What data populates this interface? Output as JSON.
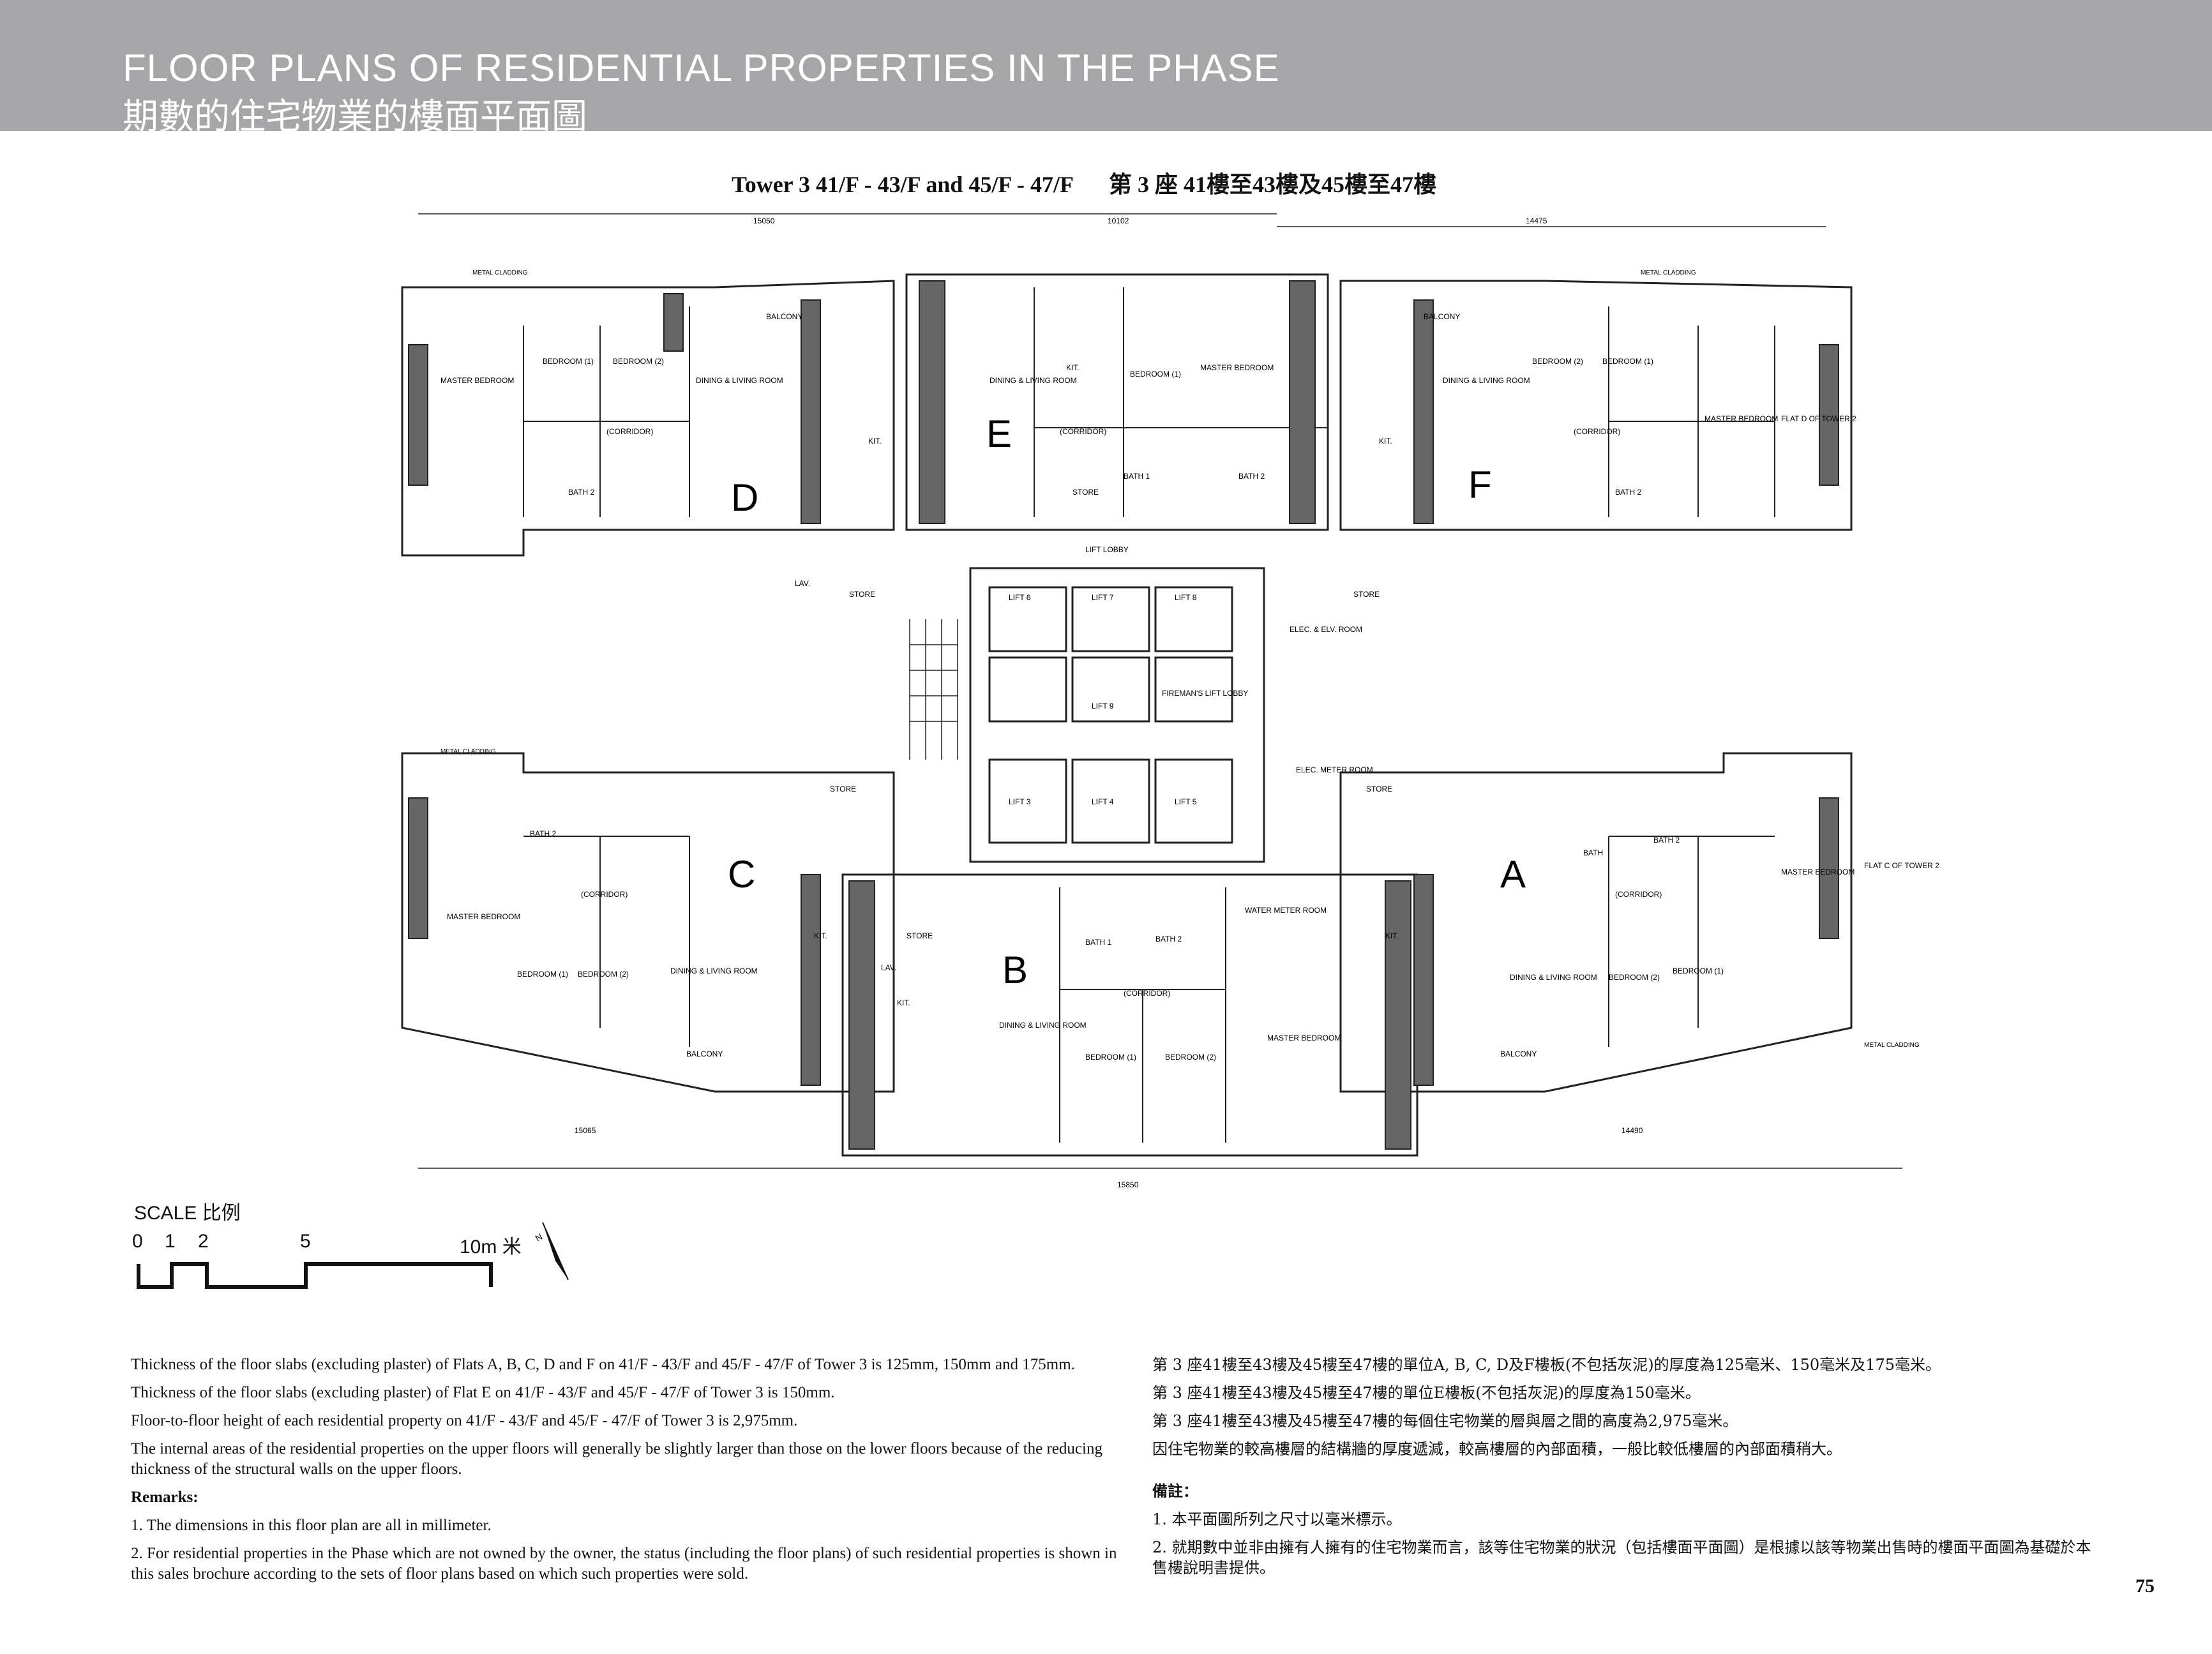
{
  "header": {
    "title_en": "FLOOR PLANS OF RESIDENTIAL PROPERTIES IN THE PHASE",
    "title_zh": "期數的住宅物業的樓面平面圖"
  },
  "plan": {
    "title_en": "Tower 3   41/F - 43/F and 45/F - 47/F",
    "title_zh": "第 3 座   41樓至43樓及45樓至47樓",
    "flats": [
      "A",
      "B",
      "C",
      "D",
      "E",
      "F"
    ],
    "rooms": {
      "master_bedroom": "MASTER BEDROOM",
      "bedroom_1": "BEDROOM (1)",
      "bedroom_2": "BEDROOM (2)",
      "dining_living": "DINING & LIVING ROOM",
      "balcony": "BALCONY",
      "kit": "KIT.",
      "corridor": "(CORRIDOR)",
      "bath": "BATH",
      "bath_1": "BATH 1",
      "bath_2": "BATH 2",
      "store": "STORE",
      "lav": "LAV.",
      "lift_lobby": "LIFT LOBBY",
      "lift_1": "LIFT 3",
      "lift_2": "LIFT 4",
      "lift_3": "LIFT 5",
      "lift_4": "LIFT 6",
      "lift_5": "LIFT 7",
      "lift_6": "LIFT 8",
      "lift_7": "LIFT 9",
      "firemans_lobby": "FIREMAN'S LIFT LOBBY",
      "elec_room": "ELEC. & ELV. ROOM",
      "elec_meter": "ELEC. METER ROOM",
      "water_meter": "WATER METER ROOM",
      "metal_cladding": "METAL CLADDING",
      "flat_d_tower2": "FLAT D OF TOWER 2",
      "flat_c_tower2": "FLAT C OF TOWER 2"
    },
    "dims": {
      "top_total": "15050",
      "top_mid": "10102",
      "top_right": "14475",
      "bottom_total": "15850",
      "bottom_left": "15065",
      "bottom_right": "14490"
    }
  },
  "scale": {
    "label": "SCALE 比例",
    "ticks": [
      "0",
      "1",
      "2",
      "5",
      "10m 米"
    ]
  },
  "notes_en": [
    "Thickness of the floor slabs (excluding plaster) of Flats A, B, C, D and F on 41/F - 43/F and 45/F - 47/F of Tower 3 is 125mm, 150mm and 175mm.",
    "Thickness of the floor slabs (excluding plaster) of Flat E on 41/F - 43/F and 45/F - 47/F of Tower 3 is 150mm.",
    "Floor-to-floor height of each residential property on  41/F - 43/F and 45/F - 47/F of Tower 3 is 2,975mm.",
    "The internal areas of the residential properties on the upper floors will generally be slightly larger than those on the lower floors because of the reducing thickness of the structural walls on the upper floors."
  ],
  "remarks_en_title": "Remarks:",
  "remarks_en": [
    "1. The dimensions in this floor plan are all in millimeter.",
    "2. For residential properties in the Phase which are not owned by the owner, the status (including the floor plans) of such residential properties is shown in this sales brochure according to the sets of floor plans based on which such properties were sold."
  ],
  "notes_zh": [
    "第 3 座41樓至43樓及45樓至47樓的單位A, B, C, D及F樓板(不包括灰泥)的厚度為125毫米、150毫米及175毫米。",
    "第 3 座41樓至43樓及45樓至47樓的單位E樓板(不包括灰泥)的厚度為150毫米。",
    "第 3 座41樓至43樓及45樓至47樓的每個住宅物業的層與層之間的高度為2,975毫米。",
    "因住宅物業的較高樓層的結構牆的厚度遞減，較高樓層的內部面積，一般比較低樓層的內部面積稍大。"
  ],
  "remarks_zh_title": "備註：",
  "remarks_zh": [
    "1. 本平面圖所列之尺寸以毫米標示。",
    "2. 就期數中並非由擁有人擁有的住宅物業而言，該等住宅物業的狀況（包括樓面平面圖）是根據以該等物業出售時的樓面平面圖為基礎於本售樓說明書提供。"
  ],
  "page_number": "75"
}
